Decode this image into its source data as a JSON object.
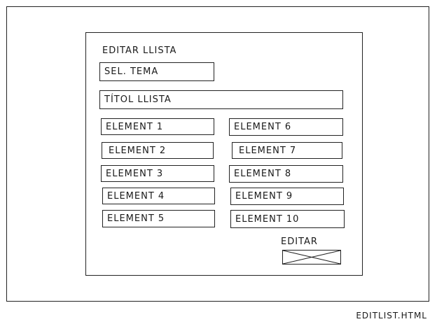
{
  "panel": {
    "title": "EDITAR LLISTA",
    "theme_select": "SEL. TEMA",
    "list_title_field": "TÍTOL LLISTA",
    "elements_left": [
      "ELEMENT 1",
      "ELEMENT 2",
      "ELEMENT 3",
      "ELEMENT 4",
      "ELEMENT 5"
    ],
    "elements_right": [
      "ELEMENT 6",
      "ELEMENT 7",
      "ELEMENT 8",
      "ELEMENT 9",
      "ELEMENT 10"
    ],
    "edit_label": "EDITAR",
    "edit_button_icon": "image-placeholder-icon"
  },
  "footer": {
    "filename": "EDITLIST.HTML"
  }
}
